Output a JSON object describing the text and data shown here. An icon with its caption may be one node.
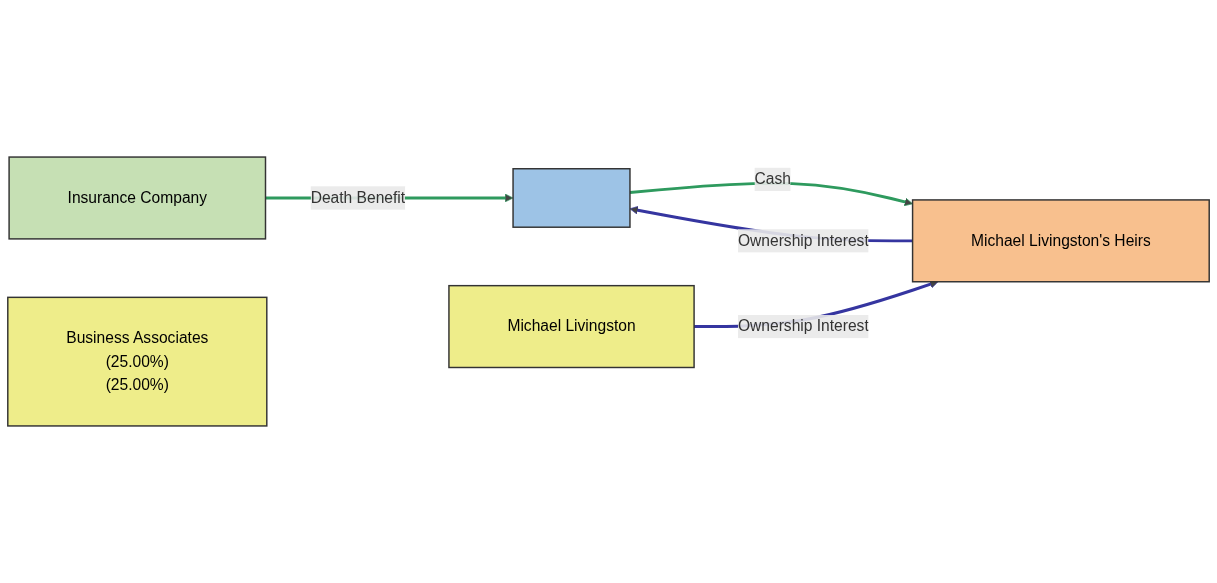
{
  "diagram": {
    "nodes": [
      {
        "text": [],
        "shape": "box"
      },
      {
        "text": [
          "Insurance Company"
        ]
      },
      {
        "text": [
          "Michael Livingston"
        ]
      },
      {
        "text": [
          "Michael Livingston's Heirs"
        ]
      },
      {
        "text": [
          "Business Associates",
          "(25.00%)",
          "(25.00%)"
        ]
      }
    ],
    "edges": [
      {
        "from": 1,
        "to": 0,
        "arrow": "to",
        "label": "Death Benefit",
        "color": "#2e9a5e"
      },
      {
        "from": 3,
        "to": 0,
        "arrow": "to",
        "label": "Ownership Interest",
        "color": "#3535a0"
      },
      {
        "from": 0,
        "to": 3,
        "arrow": "to",
        "label": "Cash",
        "color": "#2e9a5e"
      },
      {
        "from": 2,
        "to": 3,
        "arrow": "to",
        "label": "Ownership Interest",
        "color": "#3535a0"
      }
    ]
  }
}
